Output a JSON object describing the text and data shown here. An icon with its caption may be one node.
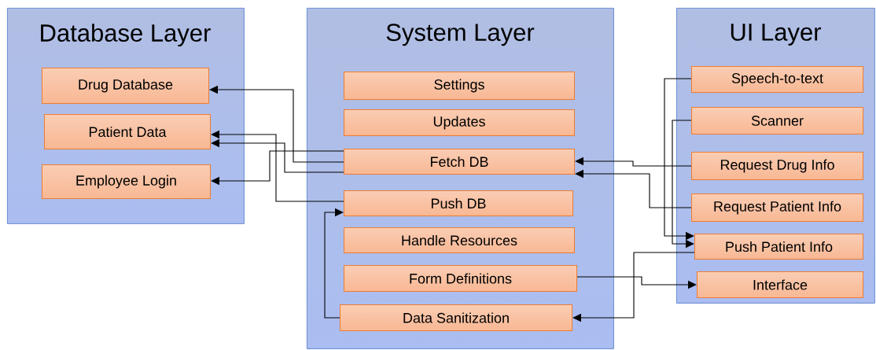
{
  "diagram": {
    "nodes": [
      {
        "text": [
          "Database Layer"
        ]
      },
      {
        "text": [
          "Drug Database"
        ],
        "in": 0
      },
      {
        "text": [
          "Patient Data"
        ],
        "in": 0
      },
      {
        "text": [
          "Employee Login"
        ],
        "in": 0
      },
      {
        "text": [
          "System Layer"
        ]
      },
      {
        "text": [
          "Settings"
        ],
        "in": 4
      },
      {
        "text": [
          "Updates"
        ],
        "in": 4
      },
      {
        "text": [
          "Fetch DB"
        ],
        "in": 4
      },
      {
        "text": [
          "Push DB"
        ],
        "in": 4
      },
      {
        "text": [
          "Handle Resources"
        ],
        "in": 4
      },
      {
        "text": [
          "Form Definitions"
        ],
        "in": 4
      },
      {
        "text": [
          "Data Sanitization"
        ],
        "in": 4
      },
      {
        "text": [
          "UI Layer"
        ]
      },
      {
        "text": [
          "Speech-to-text"
        ],
        "in": 12
      },
      {
        "text": [
          "Scanner"
        ],
        "in": 12
      },
      {
        "text": [
          "Request Drug Info"
        ],
        "in": 12
      },
      {
        "text": [
          "Request Patient Info"
        ],
        "in": 12
      },
      {
        "text": [
          "Push Patient Info"
        ],
        "in": 12
      },
      {
        "text": [
          "Interface"
        ],
        "in": 12
      }
    ],
    "edges": [
      {
        "from": 7,
        "to": 1,
        "arrow": "to"
      },
      {
        "from": 8,
        "to": 2,
        "arrow": "to"
      },
      {
        "from": 7,
        "to": 2,
        "arrow": "to"
      },
      {
        "from": 7,
        "to": 3,
        "arrow": "to"
      },
      {
        "from": 11,
        "to": 8,
        "arrow": "to"
      },
      {
        "from": 15,
        "to": 7,
        "arrow": "to"
      },
      {
        "from": 16,
        "to": 7,
        "arrow": "to"
      },
      {
        "from": 13,
        "to": 17,
        "arrow": "to"
      },
      {
        "from": 14,
        "to": 17,
        "arrow": "to"
      },
      {
        "from": 17,
        "to": 11,
        "arrow": "to"
      },
      {
        "from": 10,
        "to": 18,
        "arrow": "to"
      }
    ]
  }
}
